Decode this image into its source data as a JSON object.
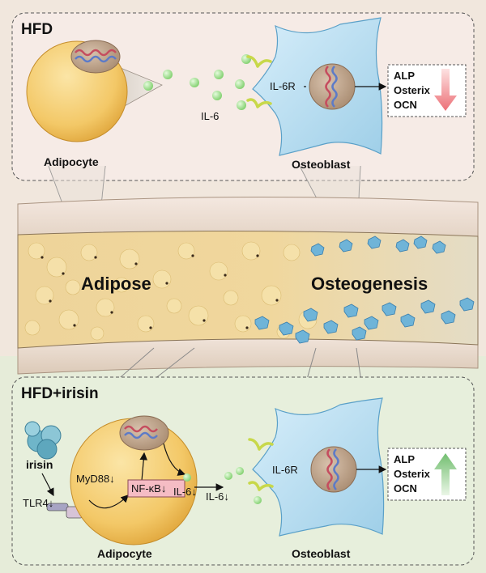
{
  "top_panel": {
    "title": "HFD",
    "adipocyte_label": "Adipocyte",
    "cytokine_label": "IL-6",
    "receptor_label": "IL-6R",
    "osteoblast_label": "Osteoblast",
    "markers": [
      "ALP",
      "Osterix",
      "OCN"
    ],
    "marker_trend": "down"
  },
  "bone_section": {
    "left_label": "Adipose",
    "right_label": "Osteogenesis"
  },
  "bottom_panel": {
    "title": "HFD+irisin",
    "irisin_label": "irisin",
    "tlr4_label": "TLR4↓",
    "myd88_label": "MyD88↓",
    "nfkb_label": "NF-κB↓",
    "il6_inside_label": "IL-6↓",
    "il6_outside_label": "IL-6↓",
    "receptor_label": "IL-6R",
    "adipocyte_label": "Adipocyte",
    "osteoblast_label": "Osteoblast",
    "markers": [
      "ALP",
      "Osterix",
      "OCN"
    ],
    "marker_trend": "up"
  },
  "colors": {
    "top_panel_bg": "#f6ebe6",
    "bottom_panel_bg": "#e7efdc",
    "adipocyte_fill": "#f3c867",
    "osteoblast_fill": "#bfe2f3",
    "il6_dot": "#9fe08e",
    "receptor": "#c8d84a",
    "down_arrow": "#f0858a",
    "up_arrow": "#8dcc8a",
    "nfkb_box": "#f5bcc4",
    "irisin": "#6fb5c9"
  }
}
